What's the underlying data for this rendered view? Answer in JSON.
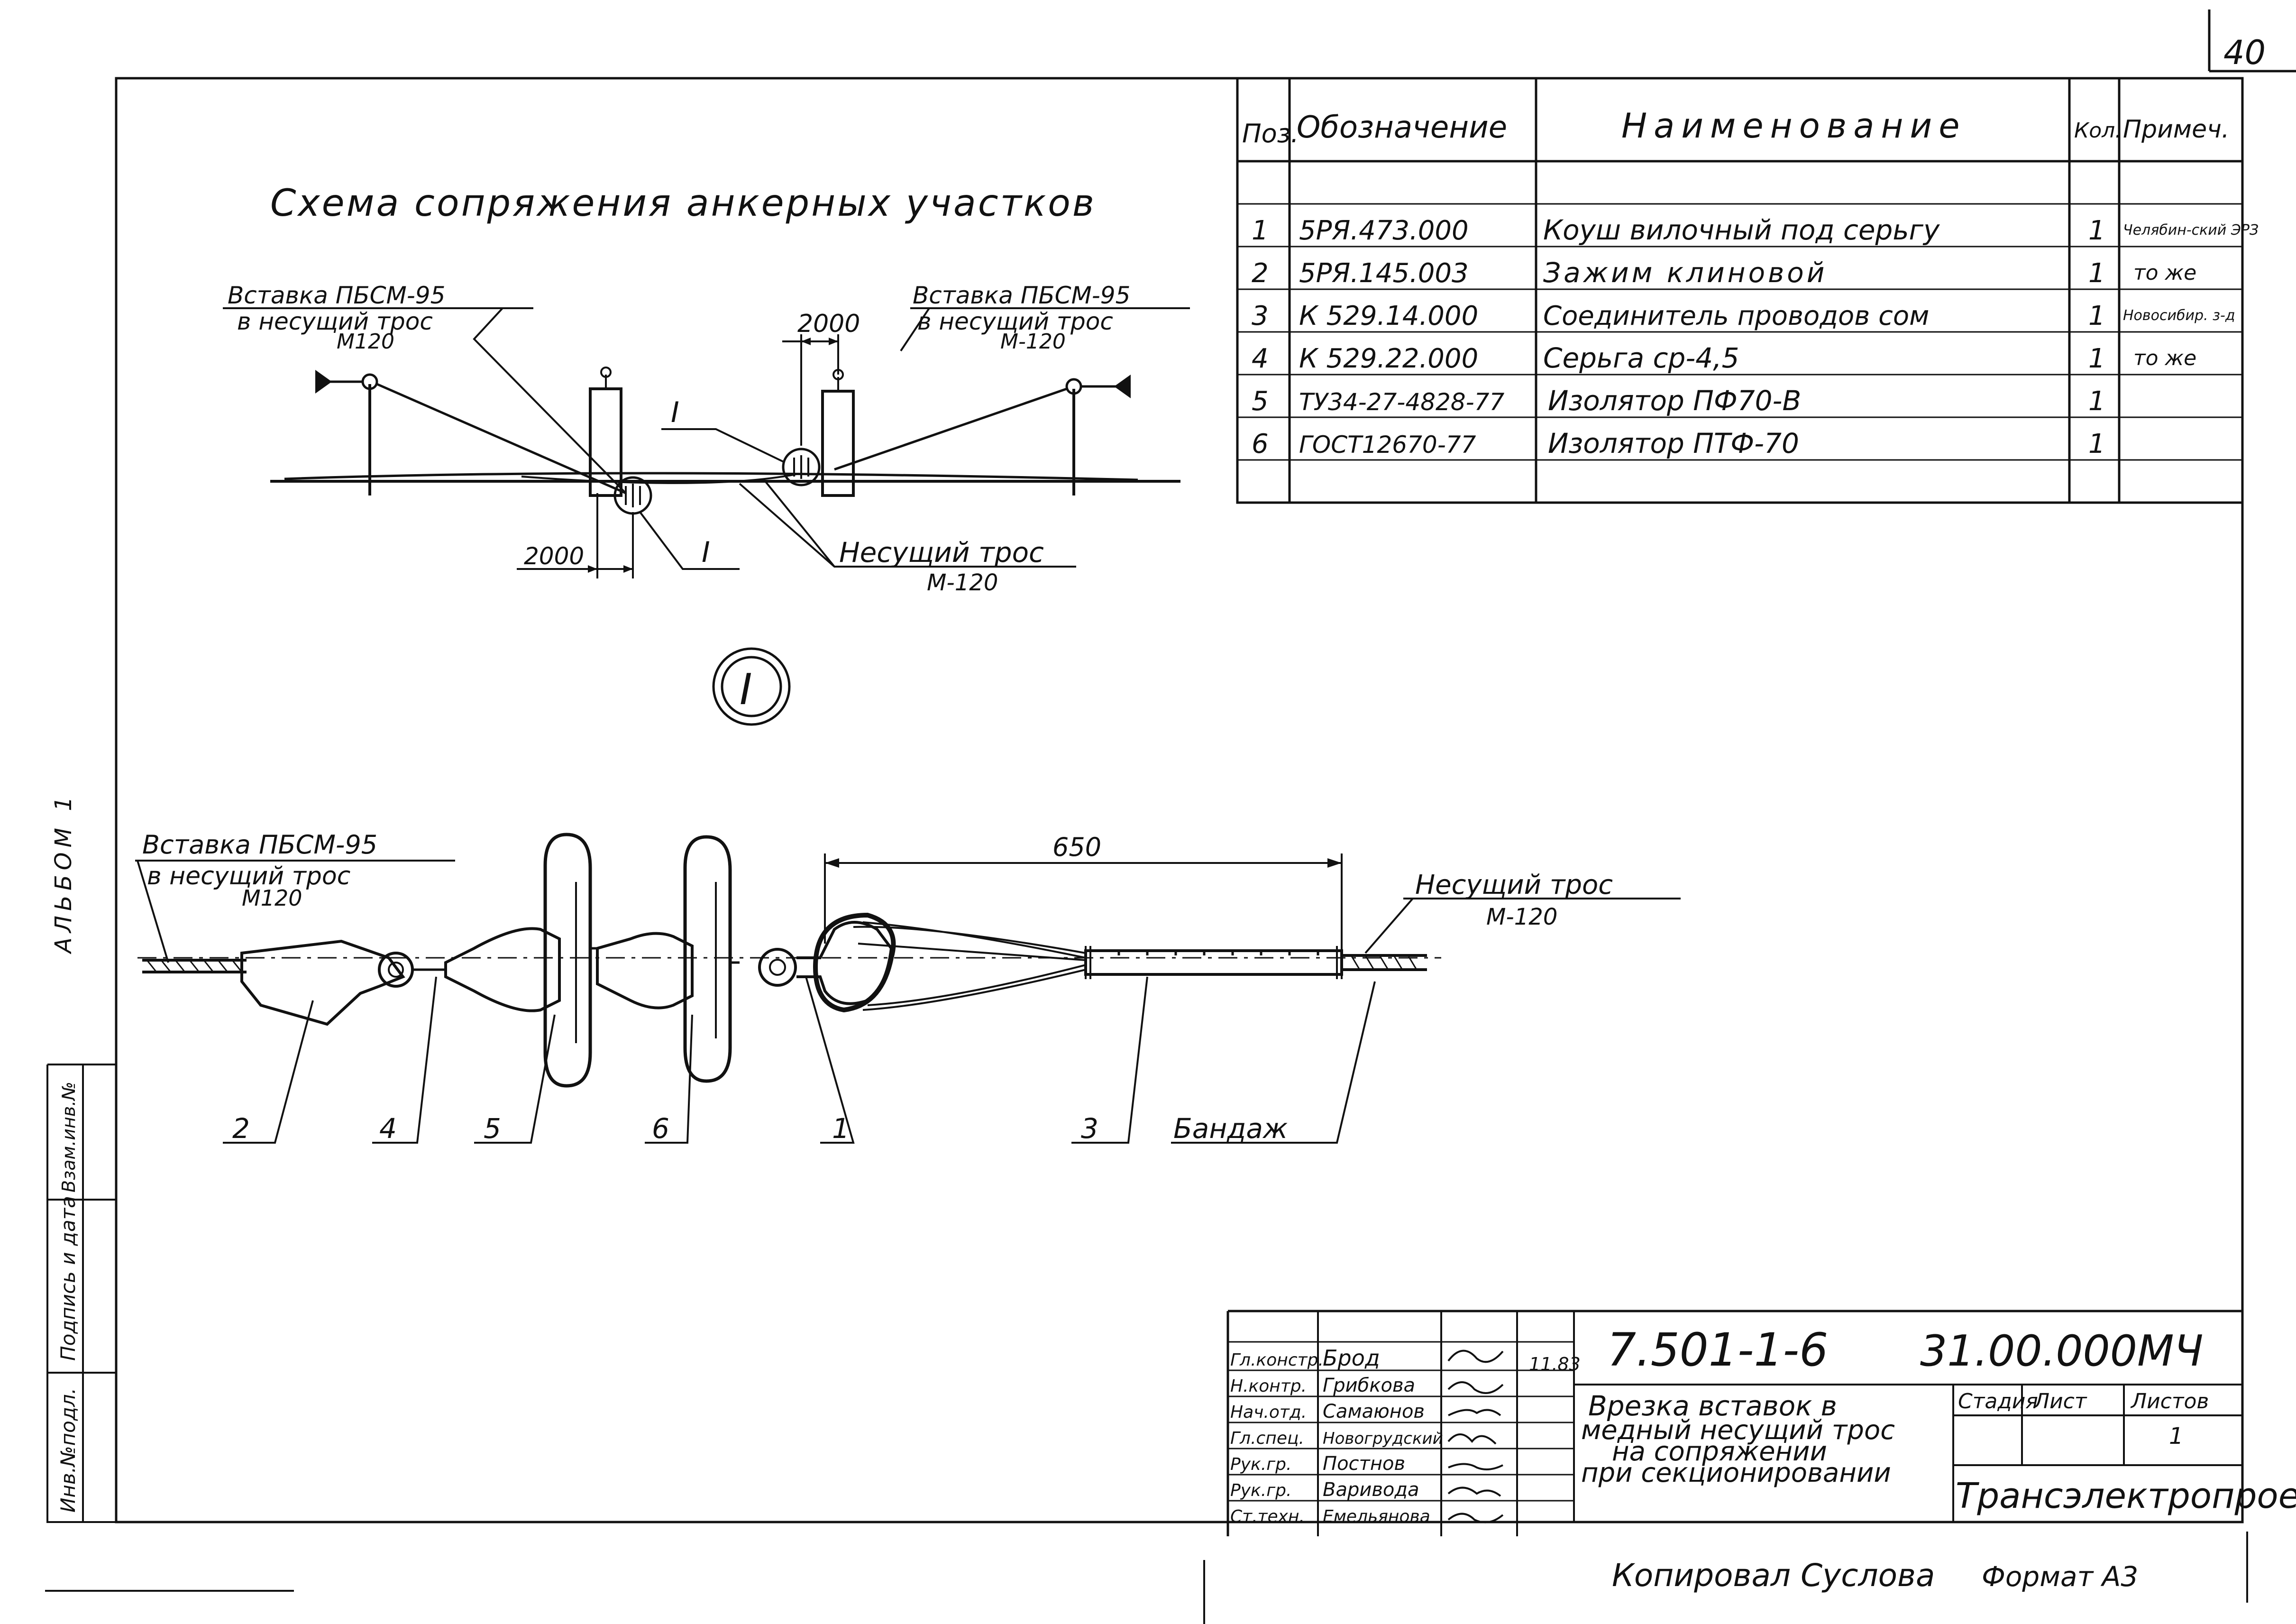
{
  "page": {
    "sheet_number": "40",
    "album_label": "АЛЬБОМ 1"
  },
  "scheme": {
    "title": "Схема сопряжения анкерных участков",
    "insert_left": [
      "Вставка ПБСМ-95",
      "в несущий трос",
      "М120"
    ],
    "insert_right": [
      "Вставка ПБСМ-95",
      "в несущий трос",
      "М-120"
    ],
    "dim_top": "2000",
    "dim_bottom": "2000",
    "callout_top": "I",
    "callout_bottom": "I",
    "carrier": [
      "Несущий трос",
      "М-120"
    ]
  },
  "detail": {
    "marker": "I",
    "insert": [
      "Вставка ПБСМ-95",
      "в несущий трос",
      "М120"
    ],
    "carrier": [
      "Несущий трос",
      "М-120"
    ],
    "dim_650": "650",
    "positions": [
      "2",
      "4",
      "5",
      "6",
      "1",
      "3"
    ],
    "bandage": "Бандаж"
  },
  "spec_table": {
    "headers": [
      "Поз.",
      "Обозначение",
      "Наименование",
      "Кол.",
      "Примеч."
    ],
    "rows": [
      [
        "1",
        "5РЯ.473.000",
        "Коуш вилочный под серьгу",
        "1",
        "Челябин-ский ЭРЗ"
      ],
      [
        "2",
        "5РЯ.145.003",
        "Зажим клиновой",
        "1",
        "то же"
      ],
      [
        "3",
        "К 529.14.000",
        "Соединитель проводов сом",
        "1",
        "Новосибир. з-д"
      ],
      [
        "4",
        "К 529.22.000",
        "Серьга ср-4,5",
        "1",
        "то же"
      ],
      [
        "5",
        "ТУ34-27-4828-77",
        "Изолятор ПФ70-В",
        "1",
        ""
      ],
      [
        "6",
        "ГОСТ12670-77",
        "Изолятор ПТФ-70",
        "1",
        ""
      ]
    ]
  },
  "side_stamp": [
    "Инв.№подл.",
    "Подпись и дата",
    "Взам.инв.№"
  ],
  "title_block": {
    "doc_code": "7.501-1-6",
    "doc_suffix": "31.00.000МЧ",
    "date": "11.83",
    "roles": [
      [
        "Гл.констр.",
        "Брод"
      ],
      [
        "Н.контр.",
        "Грибкова"
      ],
      [
        "Нач.отд.",
        "Самаюнов"
      ],
      [
        "Гл.спец.",
        "Новогрудский"
      ],
      [
        "Рук.гр.",
        "Постнов"
      ],
      [
        "Рук.гр.",
        "Варивода"
      ],
      [
        "Ст.техн.",
        "Емельянова"
      ]
    ],
    "description": [
      "Врезка вставок в",
      "медный несущий трос",
      "на сопряжении",
      "при секционировании"
    ],
    "stage_label": "Стадия",
    "sheet_label": "Лист",
    "sheets_label": "Листов",
    "sheets_value": "1",
    "organization": "Трансэлектропроект"
  },
  "footer": {
    "copied": "Копировал Суслова",
    "format": "Формат А3"
  }
}
